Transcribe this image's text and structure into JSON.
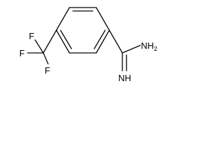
{
  "structure": {
    "atoms": {
      "amine": "NH",
      "amine_subscript": "2",
      "imine": "NH",
      "fluorine_1": "F",
      "fluorine_2": "F",
      "fluorine_3": "F"
    },
    "colors": {
      "bond": "#000000",
      "label": "#000000",
      "background": "#ffffff"
    }
  }
}
